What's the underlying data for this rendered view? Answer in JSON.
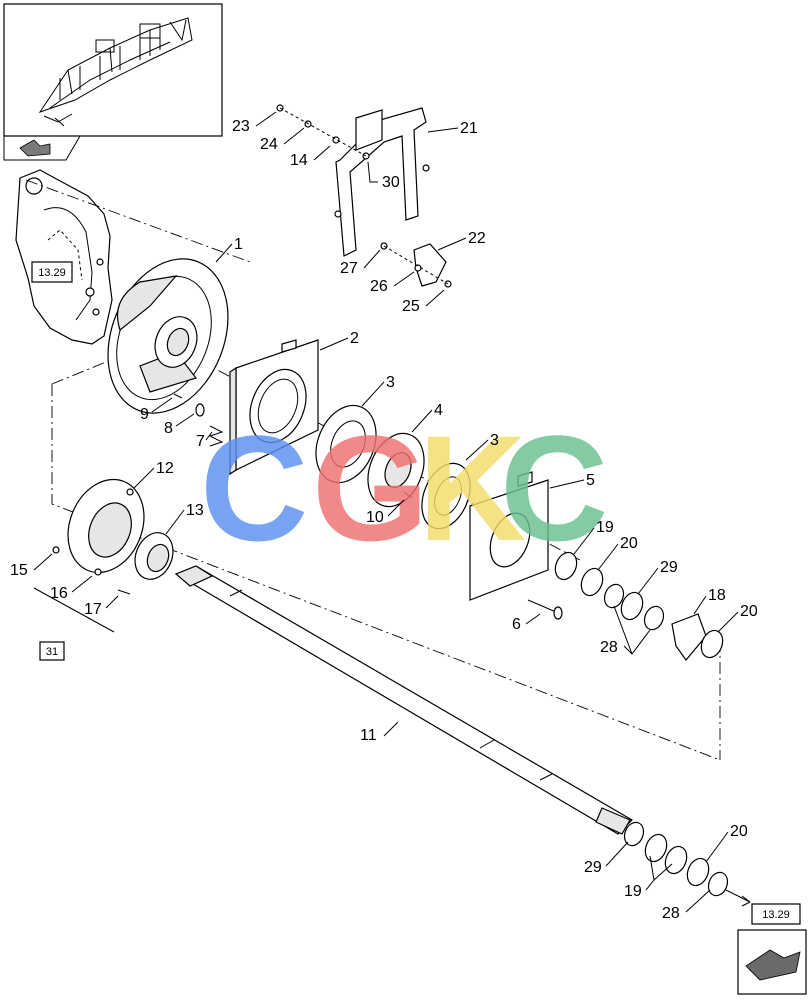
{
  "watermark": {
    "letters": [
      {
        "char": "C",
        "color": "#5a8ff0"
      },
      {
        "char": "G",
        "color": "#f07070"
      },
      {
        "char": "K",
        "color": "#f2dc6a"
      },
      {
        "char": "C",
        "color": "#6abf8e"
      }
    ]
  },
  "references": {
    "top_left": "13.29",
    "group_31": "31",
    "bottom_right": "13.29"
  },
  "callouts": {
    "c1": "1",
    "c2": "2",
    "c3a": "3",
    "c3b": "3",
    "c4": "4",
    "c5": "5",
    "c6": "6",
    "c7": "7",
    "c8": "8",
    "c9": "9",
    "c10": "10",
    "c11": "11",
    "c12": "12",
    "c13": "13",
    "c14": "14",
    "c15": "15",
    "c16": "16",
    "c17": "17",
    "c18": "18",
    "c19a": "19",
    "c19b": "19",
    "c20a": "20",
    "c20b": "20",
    "c20c": "20",
    "c21": "21",
    "c22": "22",
    "c23": "23",
    "c24": "24",
    "c25": "25",
    "c26": "26",
    "c27": "27",
    "c28a": "28",
    "c28b": "28",
    "c29a": "29",
    "c29b": "29",
    "c30": "30"
  }
}
